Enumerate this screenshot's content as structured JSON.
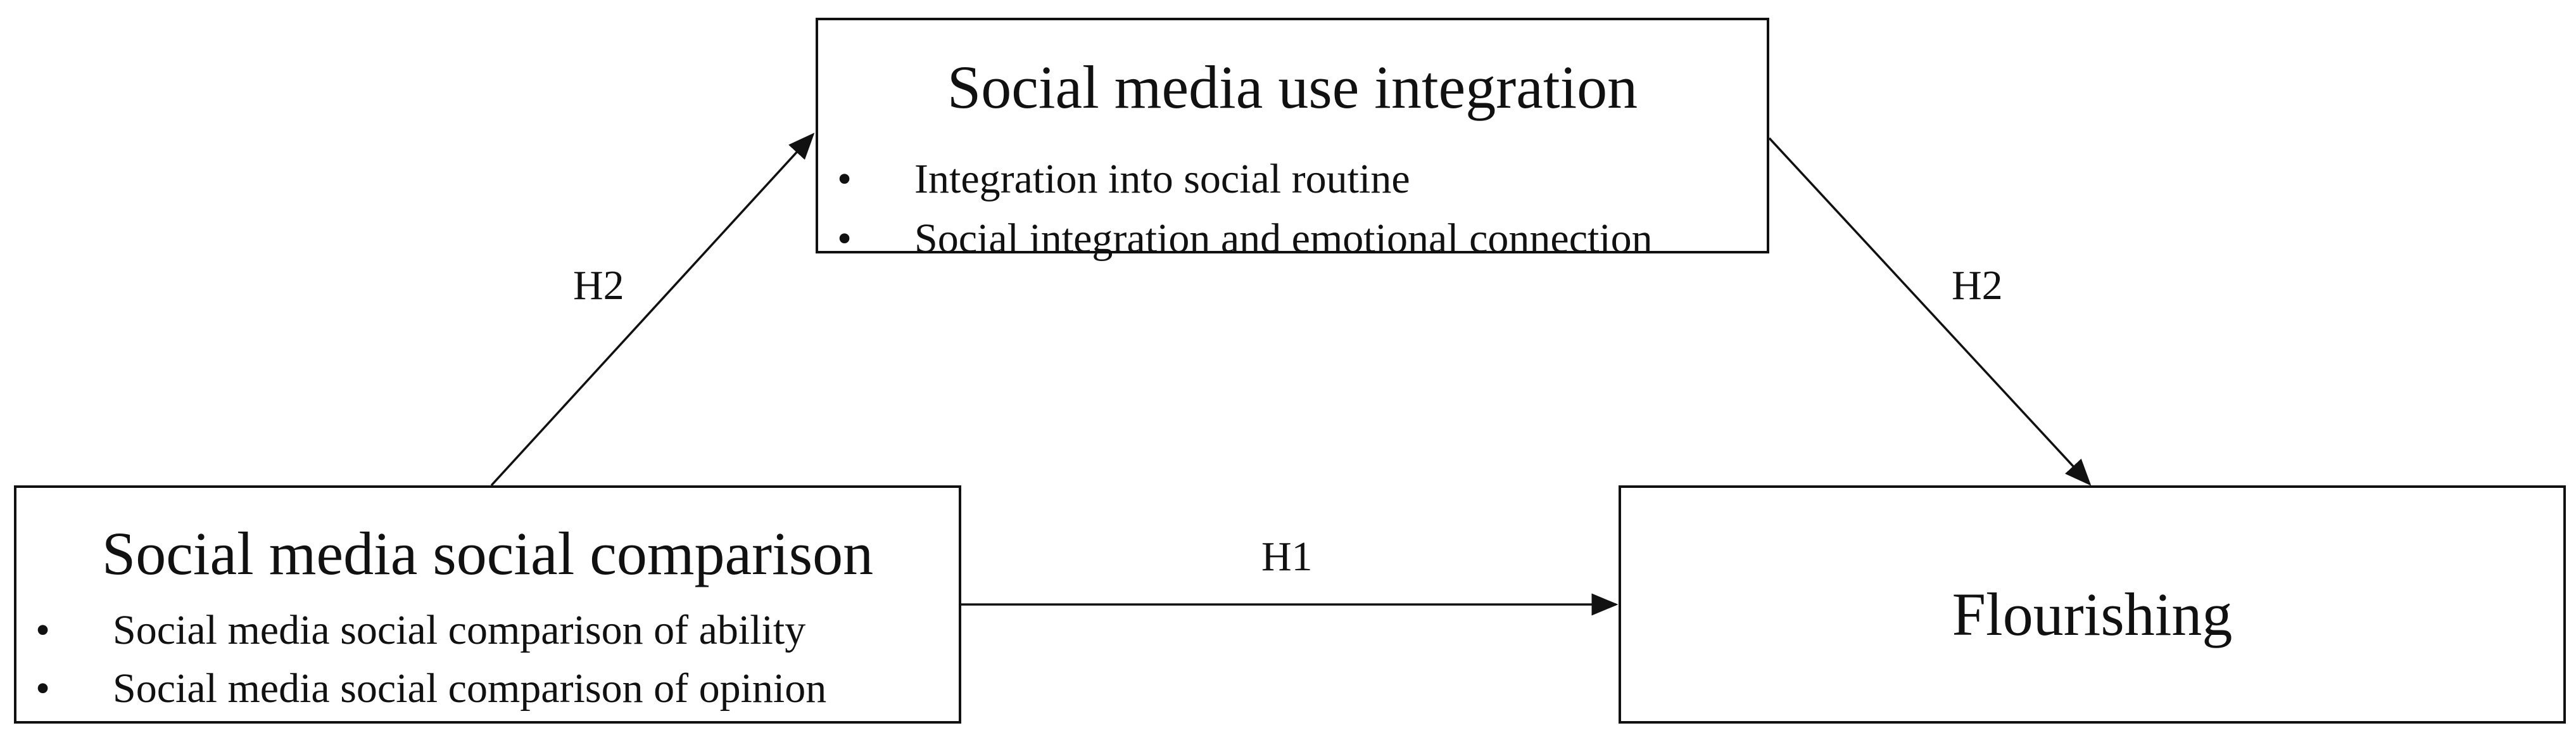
{
  "nodes": {
    "integration": {
      "title": "Social media use integration",
      "bullets": [
        "Integration into social routine",
        "Social integration and emotional connection"
      ]
    },
    "comparison": {
      "title": "Social media social comparison",
      "bullets": [
        "Social media social comparison of ability",
        "Social media social comparison of opinion"
      ]
    },
    "flourishing": {
      "title": "Flourishing"
    }
  },
  "edges": {
    "comparison_to_integration": "H2",
    "integration_to_flourishing": "H2",
    "comparison_to_flourishing": "H1"
  },
  "bullet_char": "•"
}
